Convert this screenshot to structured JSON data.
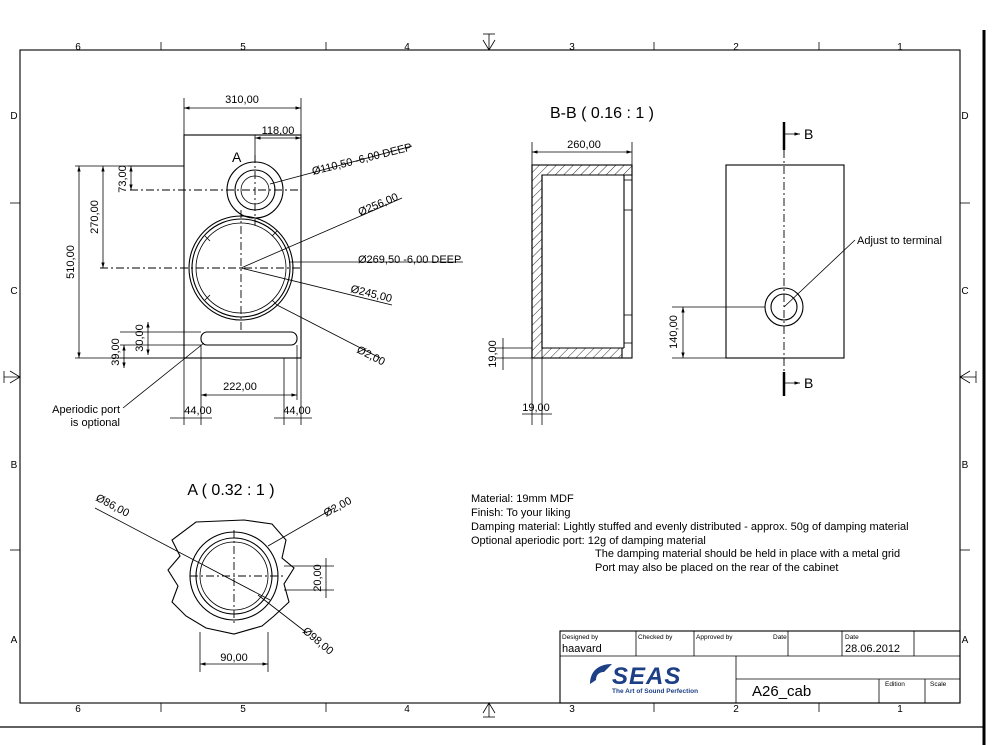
{
  "border": {
    "columns": [
      "6",
      "5",
      "4",
      "3",
      "2",
      "1"
    ],
    "rows": [
      "D",
      "C",
      "B",
      "A"
    ]
  },
  "front_view": {
    "dim_width": "310,00",
    "dim_port_offset": "118,00",
    "dim_height": "510,00",
    "dim_woofer_center": "270,00",
    "dim_tweeter_from_top": "73,00",
    "dim_port_height": "30,00",
    "dim_port_from_bottom": "39,00",
    "dim_port_width": "222,00",
    "dim_left_margin": "44,00",
    "dim_right_margin": "44,00",
    "detail_marker": "A",
    "tweeter_cutout": "Ø110,50 -6,00 DEEP",
    "woofer_outer": "Ø256,00",
    "woofer_recess": "Ø269,50 -6,00 DEEP",
    "woofer_cutout": "Ø245,00",
    "screw_hole": "Ø2,00",
    "port_note_line1": "Aperiodic port",
    "port_note_line2": "is optional"
  },
  "section_view": {
    "title": "B-B ( 0.16 : 1 )",
    "dim_depth": "260,00",
    "dim_wall_bottom": "19,00",
    "dim_wall_side": "19,00"
  },
  "side_view": {
    "section_label_top": "B",
    "section_label_bottom": "B",
    "terminal_note": "Adjust to terminal",
    "dim_terminal_height": "140,00"
  },
  "detail_view": {
    "title": "A ( 0.32 : 1 )",
    "dia_outer": "Ø86,00",
    "dia_screw": "Ø2,00",
    "dim_recess": "20,00",
    "dia_flange": "Ø98,00",
    "dim_width": "90,00"
  },
  "notes": [
    "Material: 19mm MDF",
    "Finish: To your liking",
    "Damping material: Lightly stuffed and evenly distributed - approx. 50g of damping material",
    "Optional aperiodic port: 12g of damping material",
    "The damping material should be held in place with a metal grid",
    "Port may also be placed on the rear of the cabinet"
  ],
  "title_block": {
    "designed_by_label": "Designed by",
    "checked_by_label": "Checked by",
    "approved_by_label": "Approved by",
    "date_label_1": "Date",
    "date_label_2": "Date",
    "designer": "haavard",
    "date": "28.06.2012",
    "logo_text": "SEAS",
    "logo_tagline": "The Art of Sound Perfection",
    "drawing_name": "A26_cab",
    "edition_label": "Edition",
    "scale_label": "Scale"
  }
}
